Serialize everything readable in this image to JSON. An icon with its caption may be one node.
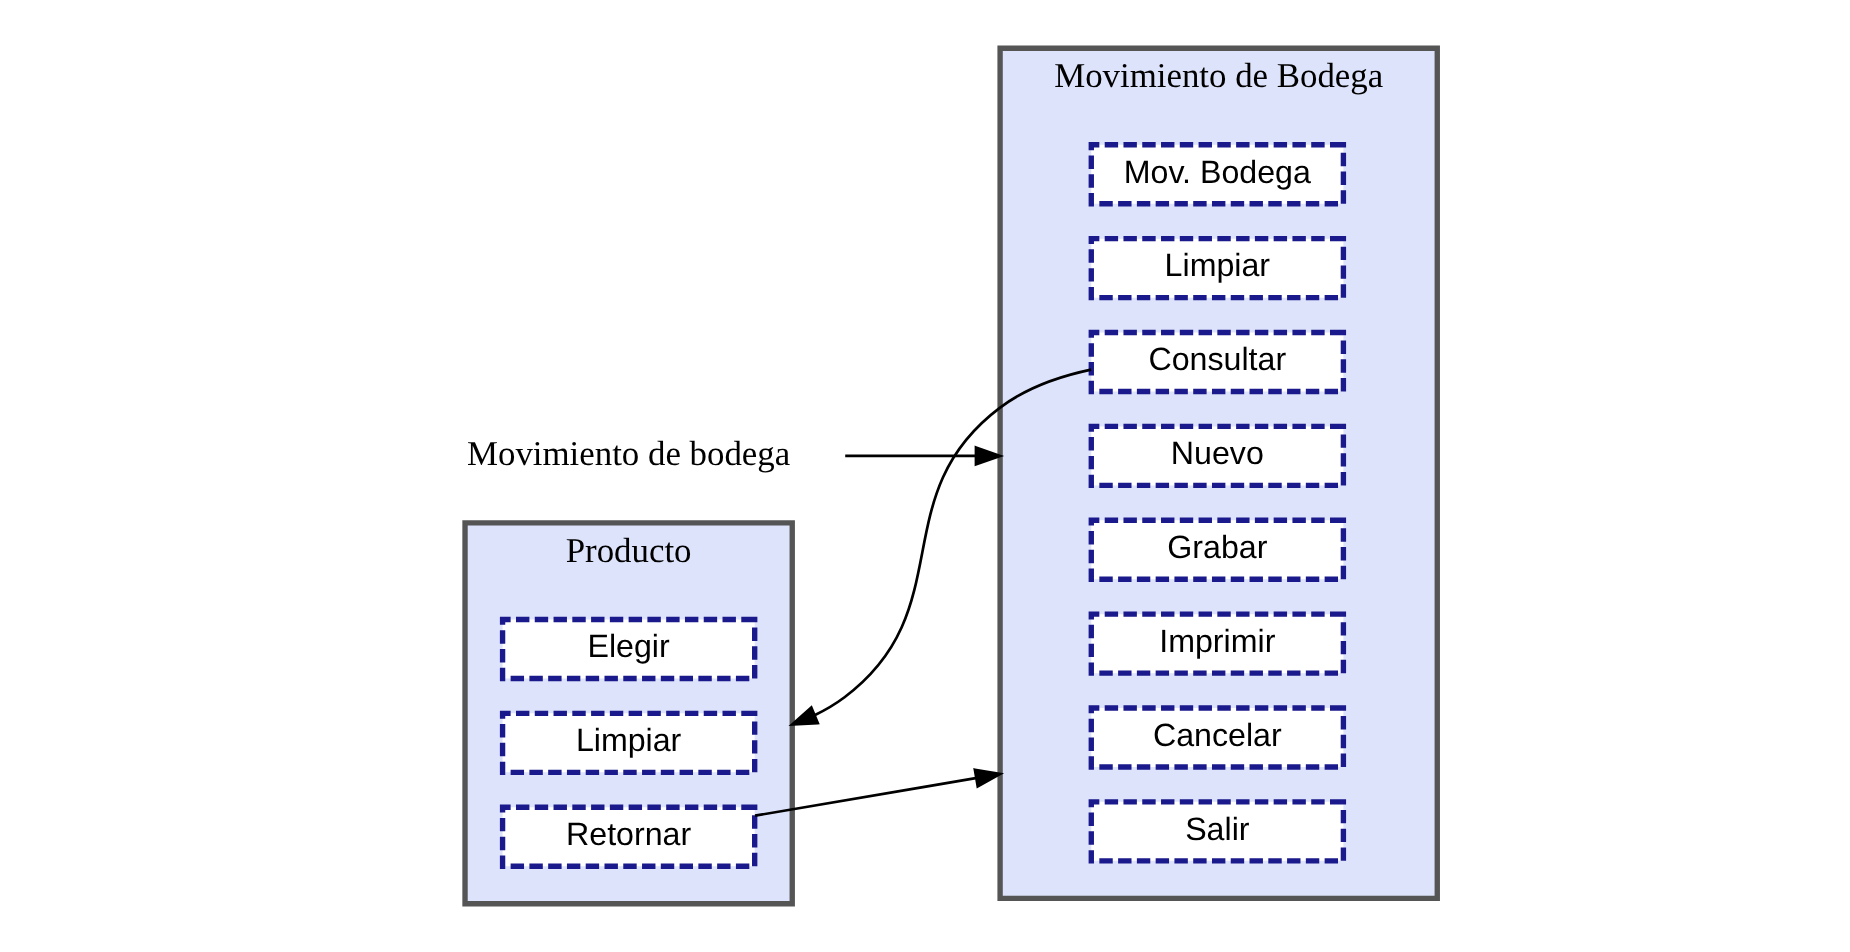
{
  "diagram": {
    "nodes": [
      {
        "text": [
          "Movimiento de bodega"
        ]
      },
      {
        "text": [
          "Movimiento de Bodega"
        ]
      },
      {
        "text": [
          "Mov. Bodega"
        ],
        "in": 1
      },
      {
        "text": [
          "Limpiar"
        ],
        "in": 1
      },
      {
        "text": [
          "Consultar"
        ],
        "in": 1
      },
      {
        "text": [
          "Nuevo"
        ],
        "in": 1
      },
      {
        "text": [
          "Grabar"
        ],
        "in": 1
      },
      {
        "text": [
          "Imprimir"
        ],
        "in": 1
      },
      {
        "text": [
          "Cancelar"
        ],
        "in": 1
      },
      {
        "text": [
          "Salir"
        ],
        "in": 1
      },
      {
        "text": [
          "Producto"
        ]
      },
      {
        "text": [
          "Elegir"
        ],
        "in": 10
      },
      {
        "text": [
          "Limpiar"
        ],
        "in": 10
      },
      {
        "text": [
          "Retornar"
        ],
        "in": 10
      }
    ],
    "edges": [
      {
        "from": 0,
        "to": 1,
        "arrow": "to"
      },
      {
        "from": 4,
        "to": 10,
        "arrow": "to"
      },
      {
        "from": 13,
        "to": 1,
        "arrow": "to"
      }
    ]
  }
}
